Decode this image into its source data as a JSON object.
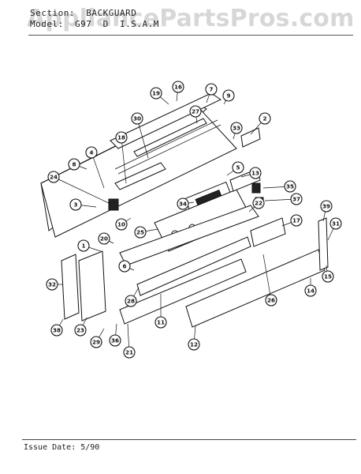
{
  "header": {
    "section_line": "Section:  BACKGUARD",
    "model_line": "Model:  G97  D  I.S.A.M"
  },
  "watermark": "AppliancePartsPros.com",
  "footer": {
    "issue_date": "Issue Date: 5/90"
  },
  "callouts": [
    {
      "num": "1"
    },
    {
      "num": "2"
    },
    {
      "num": "3"
    },
    {
      "num": "4"
    },
    {
      "num": "5"
    },
    {
      "num": "6"
    },
    {
      "num": "7"
    },
    {
      "num": "8"
    },
    {
      "num": "9"
    },
    {
      "num": "10"
    },
    {
      "num": "11"
    },
    {
      "num": "12"
    },
    {
      "num": "13"
    },
    {
      "num": "14"
    },
    {
      "num": "15"
    },
    {
      "num": "16"
    },
    {
      "num": "17"
    },
    {
      "num": "18"
    },
    {
      "num": "19"
    },
    {
      "num": "20"
    },
    {
      "num": "21"
    },
    {
      "num": "22"
    },
    {
      "num": "23"
    },
    {
      "num": "24"
    },
    {
      "num": "25"
    },
    {
      "num": "26"
    },
    {
      "num": "27"
    },
    {
      "num": "28"
    },
    {
      "num": "29"
    },
    {
      "num": "30"
    },
    {
      "num": "31"
    },
    {
      "num": "32"
    },
    {
      "num": "33"
    },
    {
      "num": "34"
    },
    {
      "num": "35"
    },
    {
      "num": "36"
    },
    {
      "num": "37"
    },
    {
      "num": "38"
    },
    {
      "num": "39"
    }
  ]
}
